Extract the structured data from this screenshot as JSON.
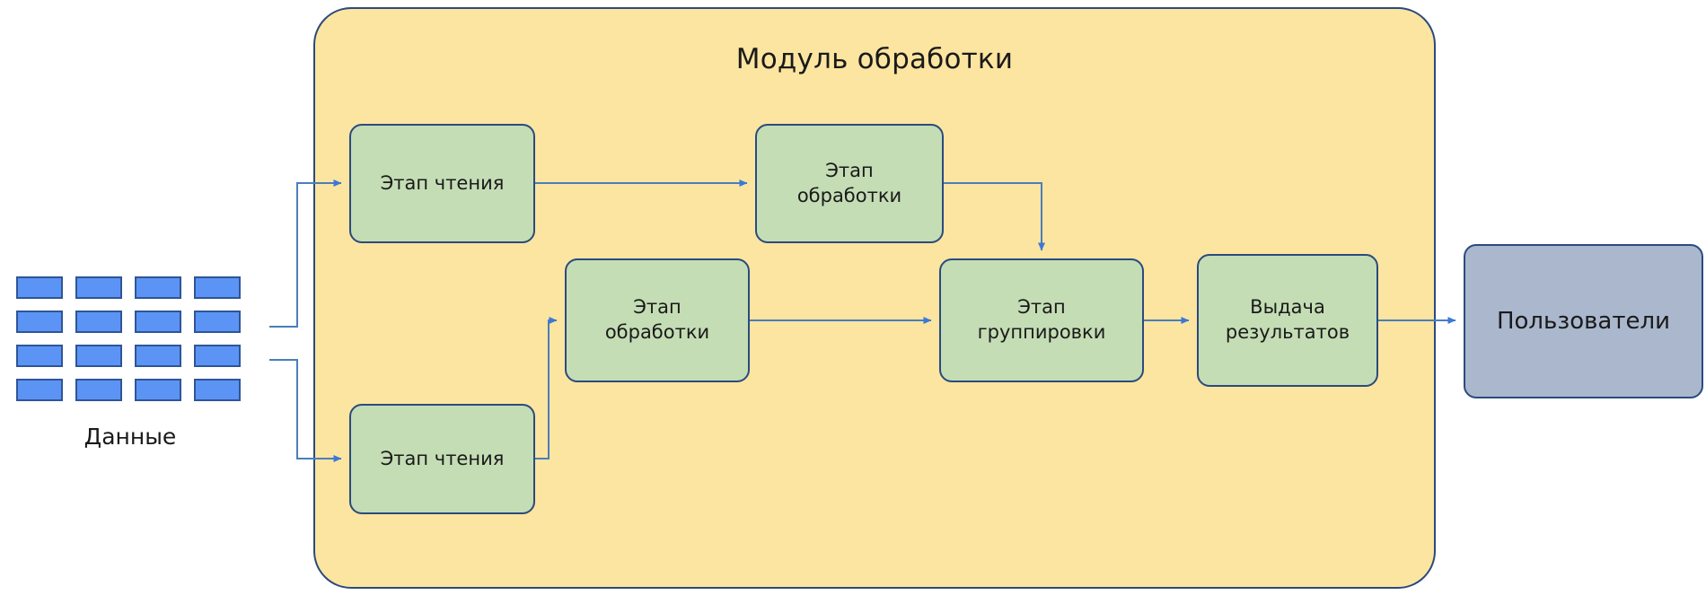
{
  "diagram": {
    "title": "Модуль обработки",
    "colors": {
      "module_fill": "#fce5a0",
      "node_fill": "#c4ddb5",
      "users_fill": "#aab7cd",
      "data_fill": "#5b94f5",
      "stroke": "#2b4a7d",
      "connector": "#4a7ebb",
      "arrowhead": "#3c78d8"
    },
    "source": {
      "label": "Данные",
      "grid": {
        "rows": 4,
        "columns": 4
      }
    },
    "module": {
      "title": "Модуль обработки",
      "nodes": {
        "read_top": "Этап чтения",
        "read_bottom": "Этап чтения",
        "process_top": "Этап\nобработки",
        "process_mid": "Этап\nобработки",
        "group": "Этап\nгруппировки",
        "output": "Выдача\nрезультатов"
      }
    },
    "sink": {
      "label": "Пользователи"
    },
    "edges": [
      {
        "from": "Данные",
        "to": "Этап чтения (верхний)"
      },
      {
        "from": "Данные",
        "to": "Этап чтения (нижний)"
      },
      {
        "from": "Этап чтения (верхний)",
        "to": "Этап обработки (верхний)"
      },
      {
        "from": "Этап чтения (нижний)",
        "to": "Этап обработки (средний)"
      },
      {
        "from": "Этап обработки (верхний)",
        "to": "Этап группировки"
      },
      {
        "from": "Этап обработки (средний)",
        "to": "Этап группировки"
      },
      {
        "from": "Этап группировки",
        "to": "Выдача результатов"
      },
      {
        "from": "Выдача результатов",
        "to": "Пользователи"
      }
    ]
  }
}
